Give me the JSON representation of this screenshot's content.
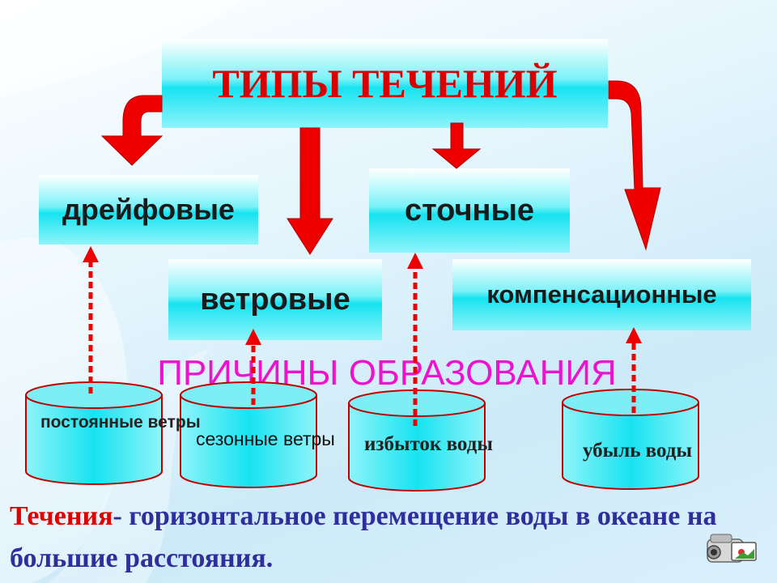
{
  "diagram": {
    "title": "ТИПЫ ТЕЧЕНИЙ",
    "types": {
      "drift": "дрейфовые",
      "stock": "сточные",
      "wind": "ветровые",
      "compensation": "компенсационные"
    },
    "causes_heading": "ПРИЧИНЫ ОБРАЗОВАНИЯ",
    "causes": {
      "constant_winds": "постоянные ветры",
      "seasonal_winds": "сезонные ветры",
      "water_excess": "избыток воды",
      "water_loss": "убыль воды"
    },
    "definition": {
      "term": "Течения",
      "text": "- горизонтальное перемещение воды в океане на большие расстояния."
    }
  },
  "colors": {
    "box_cyan": "#17e3f0",
    "arrow_red": "#ee0000",
    "title_red": "#d80000",
    "heading_magenta": "#ee12cf",
    "definition_blue": "#2e2e9e"
  },
  "icons": {
    "camera": "camcorder-icon"
  }
}
